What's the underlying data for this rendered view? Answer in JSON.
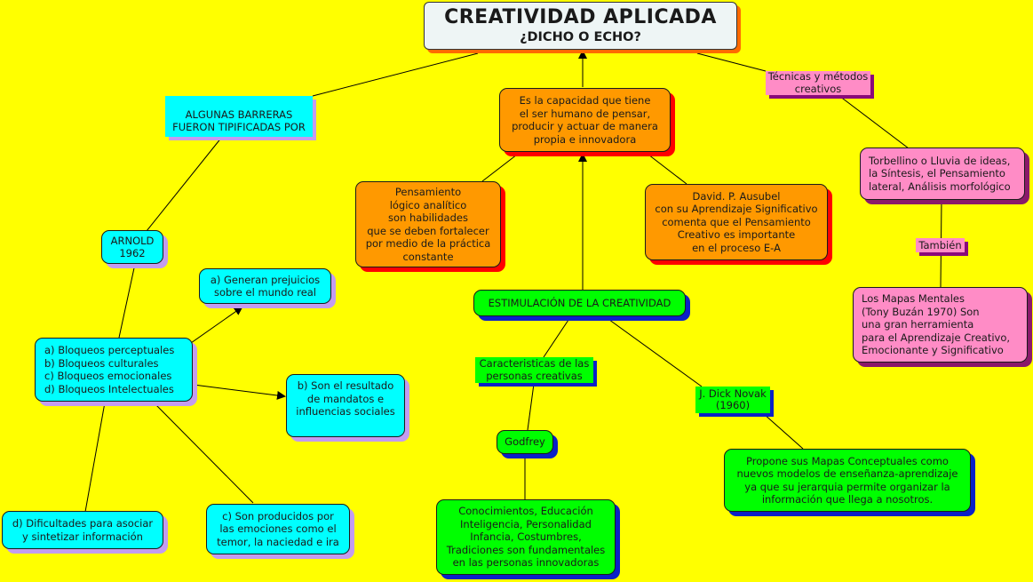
{
  "title": {
    "main": "CREATIVIDAD APLICADA",
    "sub": "¿DICHO O ECHO?"
  },
  "colors": {
    "background": "#ffff00",
    "cyan": "#00ffff",
    "orange": "#ff9900",
    "pink": "#ff8cc6",
    "green": "#00ff00"
  },
  "left_branch": {
    "label": "ALGUNAS BARRERAS\nFUERON TIPIFICADAS POR",
    "arnold": "ARNOLD\n1962",
    "bloqueos": "a)  Bloqueos perceptuales\nb)  Bloqueos culturales\nc)  Bloqueos emocionales\nd)  Bloqueos Intelectuales",
    "a": "a) Generan prejuicios\nsobre el mundo real",
    "b": "b) Son el resultado\nde mandatos e\ninfluencias sociales",
    "c": "c) Son producidos por\nlas emociones como el\ntemor, la naciedad e ira",
    "d": "d) Dificultades para asociar\ny sintetizar información"
  },
  "center_branch": {
    "definition": "Es la capacidad que tiene\nel ser humano de pensar,\nproducir y actuar de manera\npropia e innovadora",
    "pensamiento": "Pensamiento\nlógico analítico\nson habilidades\nque se deben fortalecer\npor medio de la práctica\nconstante",
    "ausubel": "David. P. Ausubel\ncon su Aprendizaje Significativo\ncomenta que el Pensamiento\nCreativo es importante\nen el proceso E-A",
    "estimulacion": "ESTIMULACIÓN DE LA CREATIVIDAD",
    "caracteristicas": "Caracteristicas de las\npersonas creativas",
    "godfrey": "Godfrey",
    "conocimientos": "Conocimientos, Educación\nInteligencia, Personalidad\nInfancia, Costumbres,\nTradiciones son fundamentales\nen las personas innovadoras",
    "novak": "J. Dick Novak\n(1960)",
    "propone": "Propone sus Mapas Conceptuales como\nnuevos modelos de enseñanza-aprendizaje\nya que su jerarquia permite organizar la\ninformación que llega a nosotros."
  },
  "right_branch": {
    "label": "Técnicas y métodos\ncreativos",
    "torbellino": "Torbellino o Lluvia de ideas,\nla Síntesis, el Pensamiento\nlateral, Análisis morfológico",
    "tambien": "También",
    "mapas": "Los Mapas Mentales\n(Tony Buzán 1970) Son\nuna gran herramienta\npara el Aprendizaje Creativo,\nEmocionante y Significativo"
  }
}
